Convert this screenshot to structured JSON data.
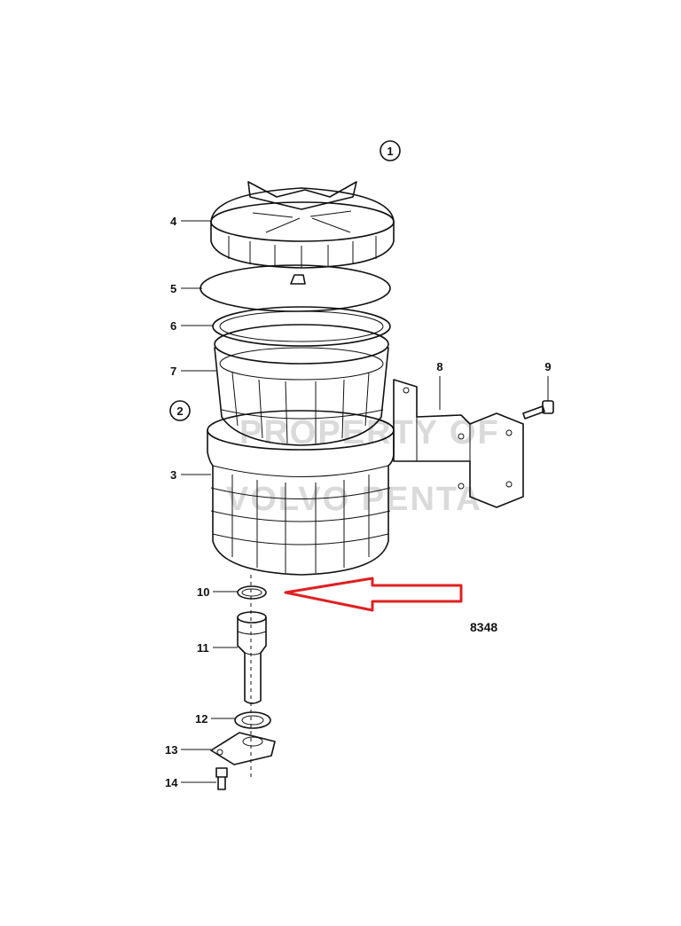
{
  "callouts": {
    "view_1": "1",
    "view_2": "2"
  },
  "figure_number": "8348",
  "watermark": {
    "line1": "PROPERTY OF",
    "line2": "VOLVO PENTA"
  },
  "parts": [
    {
      "label": "4"
    },
    {
      "label": "5"
    },
    {
      "label": "6"
    },
    {
      "label": "7"
    },
    {
      "label": "3"
    },
    {
      "label": "8"
    },
    {
      "label": "9"
    },
    {
      "label": "10"
    },
    {
      "label": "11"
    },
    {
      "label": "12"
    },
    {
      "label": "13"
    },
    {
      "label": "14"
    }
  ],
  "colors": {
    "ink": "#111111",
    "arrow": "#e02020",
    "background": "#ffffff"
  }
}
